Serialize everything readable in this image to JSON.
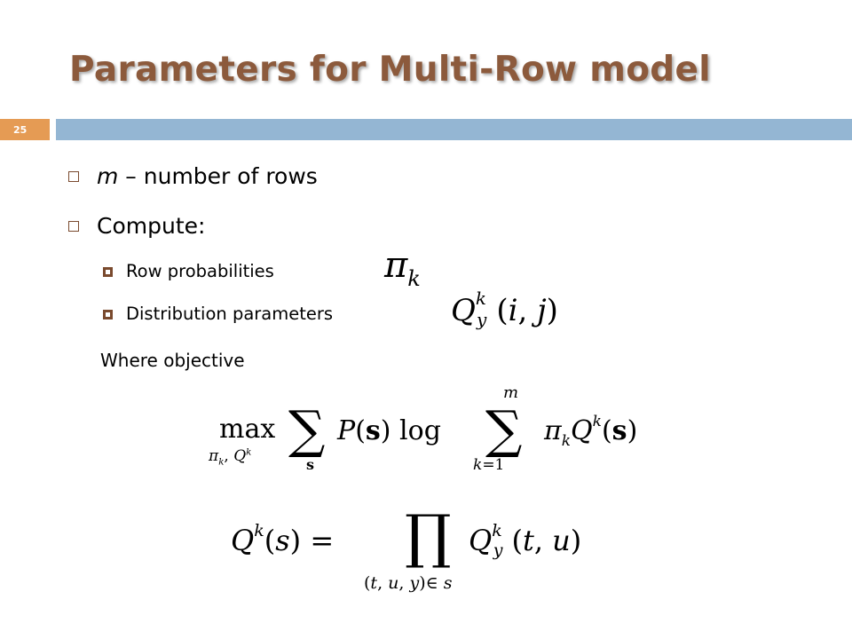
{
  "slide": {
    "title": "Parameters for Multi-Row model",
    "page_number": "25"
  },
  "bullets": {
    "m_var": "m",
    "m_text": " – number of rows",
    "compute": "Compute:"
  },
  "sub_bullets": {
    "row_probabilities": "Row probabilities",
    "distribution_parameters": "Distribution parameters"
  },
  "where_text": "Where objective",
  "formulas": {
    "pi_k": "π_k",
    "q_dist": "Q_y^k(i, j)",
    "objective": "max_{π_k, Q^k} Σ_s P(s) log Σ_{k=1}^{m} π_k Q^k(s)",
    "q_product": "Q^k(s) = Π_{(t,u,y)∈s} Q_y^k(t, u)"
  },
  "colors": {
    "title": "#8c5a3c",
    "header_bar": "#94b6d3",
    "page_badge": "#e59b54",
    "bullet": "#7a4a2e"
  }
}
